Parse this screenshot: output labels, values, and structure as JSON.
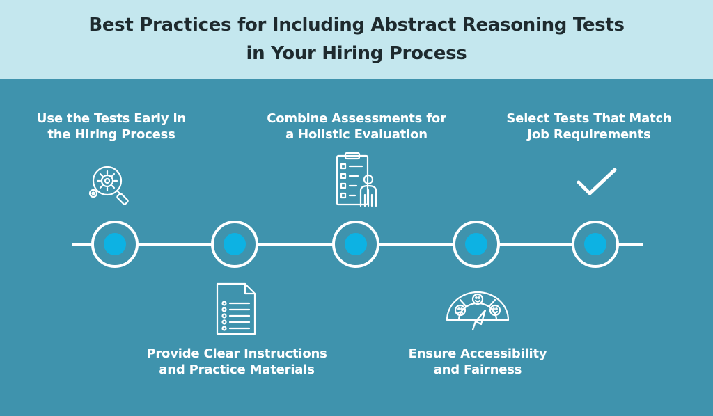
{
  "title": {
    "line1": "Best Practices for Including Abstract Reasoning Tests",
    "line2": "in Your Hiring Process"
  },
  "steps": [
    {
      "line1": "Use the Tests Early in",
      "line2": "the Hiring Process",
      "icon": "gear-search-icon",
      "position": "above"
    },
    {
      "line1": "Provide Clear Instructions",
      "line2": "and Practice Materials",
      "icon": "document-checklist-icon",
      "position": "below"
    },
    {
      "line1": "Combine Assessments for",
      "line2": "a Holistic Evaluation",
      "icon": "clipboard-person-icon",
      "position": "above"
    },
    {
      "line1": "Ensure Accessibility",
      "line2": "and Fairness",
      "icon": "satisfaction-gauge-icon",
      "position": "below"
    },
    {
      "line1": "Select Tests That Match",
      "line2": "Job Requirements",
      "icon": "checkmark-icon",
      "position": "above"
    }
  ],
  "colors": {
    "header_bg": "#c4e7ee",
    "body_bg": "#3f93ad",
    "node_dot": "#0db2e3",
    "title_text": "#1e2a2e",
    "label_text": "#ffffff"
  }
}
